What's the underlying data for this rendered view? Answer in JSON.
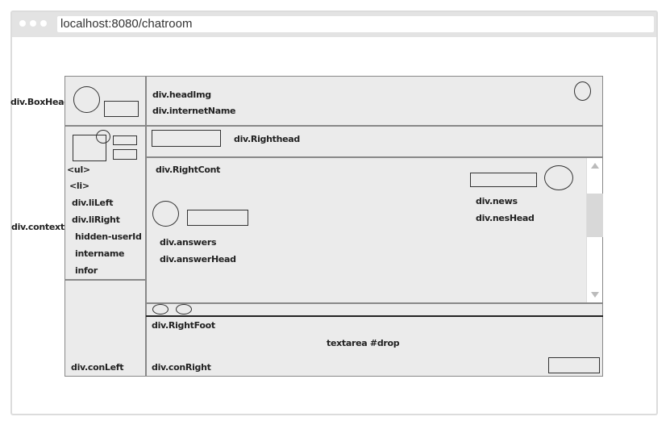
{
  "browser": {
    "url": "localhost:8080/chatroom"
  },
  "outside_labels": {
    "box_head": "div.BoxHead",
    "context": "div.context"
  },
  "header": {
    "head_img": "div.headImg",
    "internet_name": "div.internetName"
  },
  "left_list": {
    "ul": "<ul>",
    "li": "<li>",
    "li_left": "div.liLeft",
    "li_right": "div.liRight",
    "hidden_user_id": "hidden-userId",
    "intername": "intername",
    "infor": "infor"
  },
  "right": {
    "righthead": "div.Righthead",
    "rightcont": "div.RightCont",
    "news": "div.news",
    "nes_head": "div.nesHead",
    "answers": "div.answers",
    "answer_head": "div.answerHead",
    "rightfoot": "div.RightFoot",
    "textarea": "textarea #drop",
    "con_right": "div.conRight"
  },
  "con_left": "div.conLeft"
}
